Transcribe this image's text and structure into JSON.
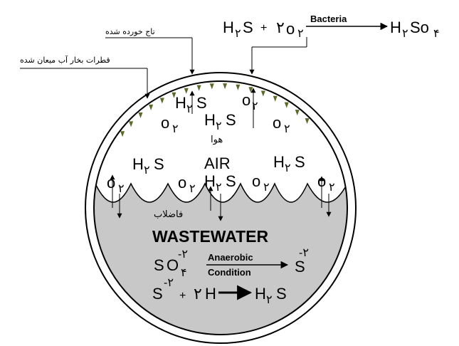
{
  "labels": {
    "corroded_crown": "تاج خورده شده",
    "condensed_droplets": "قطرات بخار آب میعان شده",
    "air_fa": "هوا",
    "air_en": "AIR",
    "wastewater_fa": "فاضلاب",
    "wastewater_en": "WASTEWATER",
    "bacteria": "Bacteria",
    "anaerobic": "Anaerobic",
    "condition": "Condition"
  },
  "reaction_top": {
    "h": "H",
    "h_sub": "۲",
    "s": "S",
    "plus": "+",
    "coef": "۲",
    "o": "o",
    "o_sub": "۲",
    "product_h": "H",
    "product_sub": "۲",
    "product_so": "So",
    "product_sub2": "۴"
  },
  "gas": {
    "h": "H",
    "sub2": "۲",
    "s": "S",
    "o": "o"
  },
  "reaction_sulfate": {
    "s": "S",
    "o": "O",
    "o_sub": "۴",
    "charge": "-۲",
    "product_s": "S",
    "product_charge": "-۲"
  },
  "reaction_sulfide": {
    "s": "S",
    "charge": "-۲",
    "plus": "+",
    "coef": "۲",
    "h": "H",
    "product_h": "H",
    "product_sub": "۲",
    "product_s": "S"
  },
  "colors": {
    "wastewater_fill": "#c8c8c8",
    "droplet": "#5a6a2a",
    "line": "#000000"
  }
}
